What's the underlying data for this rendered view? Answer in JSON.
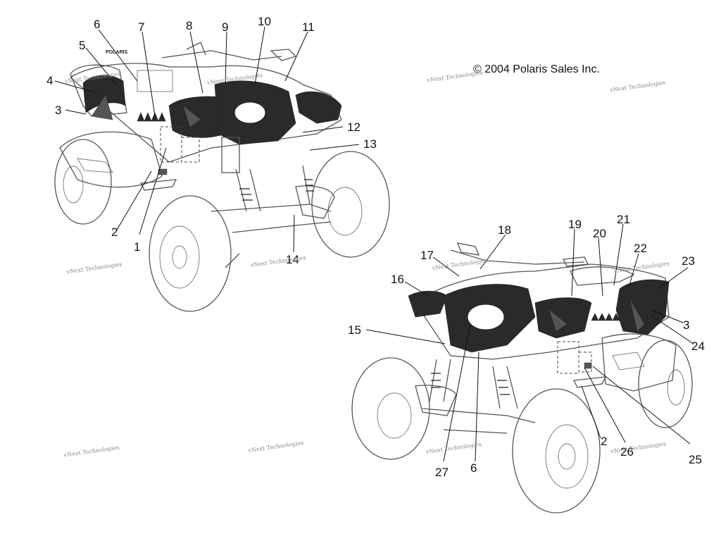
{
  "copyright": "© 2004 Polaris Sales Inc.",
  "watermark": "vNext Technologies",
  "badge_text": "POLARIS",
  "callouts_left": [
    "1",
    "2",
    "3",
    "4",
    "5",
    "6",
    "7",
    "8",
    "9",
    "10",
    "11",
    "12",
    "13",
    "14"
  ],
  "callouts_right": [
    "15",
    "16",
    "17",
    "18",
    "19",
    "20",
    "21",
    "22",
    "23",
    "3",
    "24",
    "25",
    "26",
    "2",
    "6",
    "27"
  ],
  "colors": {
    "ink": "#111111",
    "outline": "#555555",
    "decal": "#2a2a2a",
    "watermark": "#8a8a8a"
  }
}
